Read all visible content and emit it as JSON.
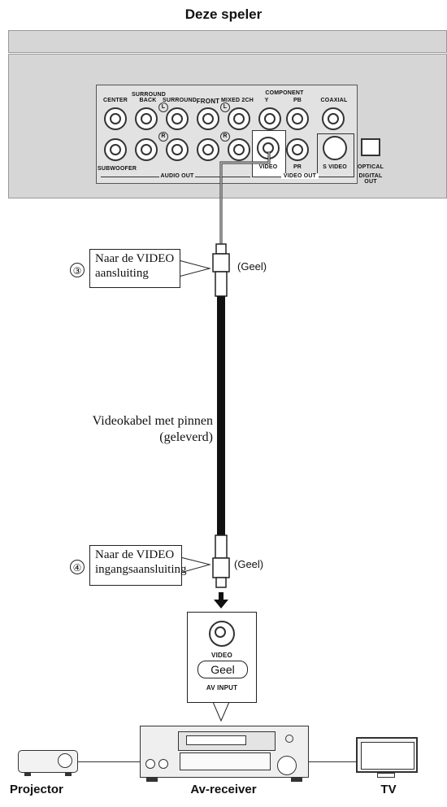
{
  "title": "Deze speler",
  "panel": {
    "labels": {
      "center": "CENTER",
      "surround_back": "SURROUND BACK",
      "surround": "SURROUND",
      "front": "FRONT",
      "mixed_2ch": "MIXED 2CH",
      "component": "COMPONENT",
      "y": "Y",
      "pb": "PB",
      "pr": "PR",
      "coaxial": "COAXIAL",
      "subwoofer": "SUBWOOFER",
      "video": "VIDEO",
      "s_video": "S VIDEO",
      "optical": "OPTICAL",
      "audio_out": "AUDIO OUT",
      "video_out": "VIDEO OUT",
      "digital_out": "DIGITAL OUT",
      "l": "L",
      "r": "R"
    }
  },
  "callout_3": {
    "number": "③",
    "line1": "Naar de VIDEO",
    "line2": "aansluiting",
    "plug_label": "(Geel)"
  },
  "cable_label": {
    "line1": "Videokabel met pinnen",
    "line2": "(geleverd)"
  },
  "callout_4": {
    "number": "④",
    "line1": "Naar de VIDEO",
    "line2": "ingangsaansluiting",
    "plug_label": "(Geel)"
  },
  "av_input": {
    "video_label": "VIDEO",
    "color_label": "Geel",
    "input_label": "AV INPUT"
  },
  "devices": {
    "projector": "Projector",
    "receiver": "Av-receiver",
    "tv": "TV"
  }
}
